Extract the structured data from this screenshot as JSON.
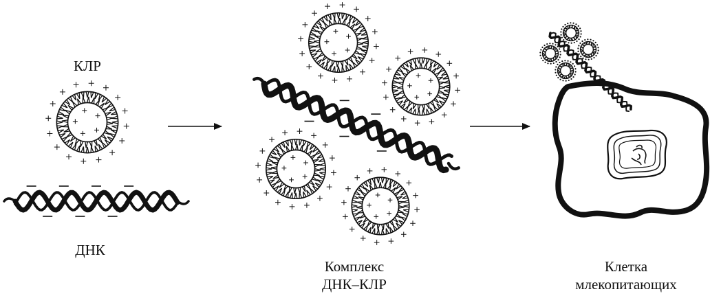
{
  "labels": {
    "klr": "КЛР",
    "dna": "ДНК",
    "complex_line1": "Комплекс",
    "complex_line2": "ДНК–КЛР",
    "cell_line1": "Клетка",
    "cell_line2": "млекопитающих"
  }
}
